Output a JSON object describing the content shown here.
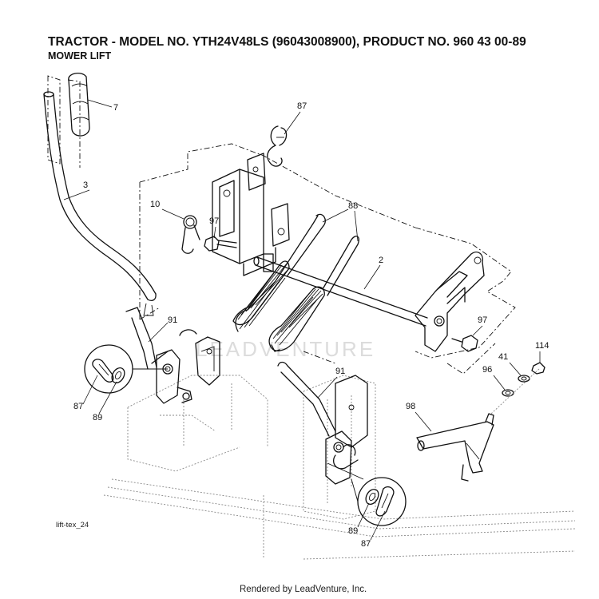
{
  "header": {
    "title": "TRACTOR - MODEL NO. YTH24V48LS (96043008900), PRODUCT NO. 960 43 00-89",
    "subtitle": "MOWER LIFT"
  },
  "diagram": {
    "figure_id": "lift-tex_24",
    "watermark": "LEADVENTURE",
    "callouts": {
      "p7": "7",
      "p87_top": "87",
      "p3": "3",
      "p10": "10",
      "p97_left": "97",
      "p88": "88",
      "p2": "2",
      "p91_left": "91",
      "p97_right": "97",
      "p114": "114",
      "p41": "41",
      "p96": "96",
      "p87_left": "87",
      "p89_left": "89",
      "p91_right": "91",
      "p98": "98",
      "p89_right": "89",
      "p87_right": "87"
    }
  },
  "footer": {
    "text": "Rendered by LeadVenture, Inc."
  }
}
